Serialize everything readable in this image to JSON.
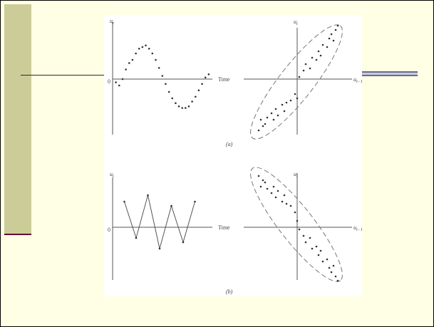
{
  "slide": {
    "background_color": "#ffffe5",
    "accent_bar_color": "#cccc99",
    "accent_line_color": "#660033"
  },
  "figure": {
    "panel_a_caption": "(a)",
    "panel_b_caption": "(b)"
  },
  "chart_data": [
    {
      "type": "scatter",
      "panel": "a-left",
      "ylabel": "u_t",
      "xlabel": "Time",
      "origin_label": "0",
      "ylim": [
        -1.4,
        1.4
      ],
      "points": [
        [
          0.5,
          -0.1
        ],
        [
          1.0,
          -0.2
        ],
        [
          1.5,
          0.0
        ],
        [
          2.0,
          0.3
        ],
        [
          2.5,
          0.5
        ],
        [
          3.0,
          0.6
        ],
        [
          3.5,
          0.8
        ],
        [
          4.0,
          0.95
        ],
        [
          4.5,
          1.0
        ],
        [
          5.0,
          1.05
        ],
        [
          5.5,
          0.95
        ],
        [
          6.0,
          0.8
        ],
        [
          6.5,
          0.6
        ],
        [
          7.0,
          0.35
        ],
        [
          7.5,
          0.1
        ],
        [
          8.0,
          -0.15
        ],
        [
          8.5,
          -0.4
        ],
        [
          9.0,
          -0.6
        ],
        [
          9.5,
          -0.75
        ],
        [
          10.0,
          -0.85
        ],
        [
          10.5,
          -0.9
        ],
        [
          11.0,
          -0.9
        ],
        [
          11.5,
          -0.85
        ],
        [
          12.0,
          -0.7
        ],
        [
          12.5,
          -0.55
        ],
        [
          13.0,
          -0.35
        ],
        [
          13.5,
          -0.15
        ],
        [
          14.0,
          0.05
        ],
        [
          14.5,
          0.15
        ]
      ]
    },
    {
      "type": "scatter",
      "panel": "a-right",
      "ylabel": "u_t",
      "xlabel": "u_t−1",
      "points": [
        [
          -0.9,
          -1.2
        ],
        [
          -0.8,
          -1.1
        ],
        [
          -0.85,
          -0.95
        ],
        [
          -0.7,
          -0.9
        ],
        [
          -0.75,
          -1.05
        ],
        [
          -0.6,
          -0.8
        ],
        [
          -0.55,
          -0.95
        ],
        [
          -0.5,
          -0.7
        ],
        [
          -0.45,
          -0.85
        ],
        [
          -0.35,
          -0.6
        ],
        [
          -0.3,
          -0.75
        ],
        [
          -0.25,
          -0.55
        ],
        [
          -0.15,
          -0.5
        ],
        [
          -0.05,
          -0.35
        ],
        [
          0.0,
          -0.45
        ],
        [
          0.05,
          0.05
        ],
        [
          0.15,
          0.2
        ],
        [
          0.2,
          0.35
        ],
        [
          0.3,
          0.25
        ],
        [
          0.35,
          0.5
        ],
        [
          0.45,
          0.45
        ],
        [
          0.5,
          0.65
        ],
        [
          0.55,
          0.55
        ],
        [
          0.6,
          0.8
        ],
        [
          0.7,
          0.75
        ],
        [
          0.75,
          0.95
        ],
        [
          0.8,
          1.05
        ],
        [
          0.85,
          0.9
        ],
        [
          0.9,
          1.15
        ],
        [
          0.95,
          1.25
        ]
      ]
    },
    {
      "type": "line",
      "panel": "b-left",
      "ylabel": "u_t",
      "xlabel": "Time",
      "origin_label": "0",
      "ylim": [
        -1.4,
        1.4
      ],
      "x": [
        1,
        2,
        3,
        4,
        5,
        6,
        7
      ],
      "values": [
        0.6,
        -0.25,
        0.75,
        -0.5,
        0.5,
        -0.35,
        0.6
      ]
    },
    {
      "type": "scatter",
      "panel": "b-right",
      "ylabel": "u_t",
      "xlabel": "u_t−1",
      "points": [
        [
          -0.9,
          1.2
        ],
        [
          -0.8,
          1.1
        ],
        [
          -0.85,
          0.95
        ],
        [
          -0.7,
          0.9
        ],
        [
          -0.75,
          1.05
        ],
        [
          -0.6,
          0.8
        ],
        [
          -0.55,
          0.95
        ],
        [
          -0.5,
          0.7
        ],
        [
          -0.45,
          0.85
        ],
        [
          -0.35,
          0.6
        ],
        [
          -0.3,
          0.75
        ],
        [
          -0.25,
          0.55
        ],
        [
          -0.15,
          0.5
        ],
        [
          -0.05,
          0.35
        ],
        [
          0.0,
          0.15
        ],
        [
          0.05,
          -0.05
        ],
        [
          0.15,
          -0.2
        ],
        [
          0.2,
          -0.35
        ],
        [
          0.3,
          -0.25
        ],
        [
          0.35,
          -0.5
        ],
        [
          0.45,
          -0.45
        ],
        [
          0.5,
          -0.65
        ],
        [
          0.55,
          -0.55
        ],
        [
          0.6,
          -0.8
        ],
        [
          0.7,
          -0.75
        ],
        [
          0.75,
          -0.95
        ],
        [
          0.8,
          -1.05
        ],
        [
          0.85,
          -0.9
        ],
        [
          0.9,
          -1.15
        ],
        [
          0.95,
          -1.25
        ]
      ]
    }
  ]
}
